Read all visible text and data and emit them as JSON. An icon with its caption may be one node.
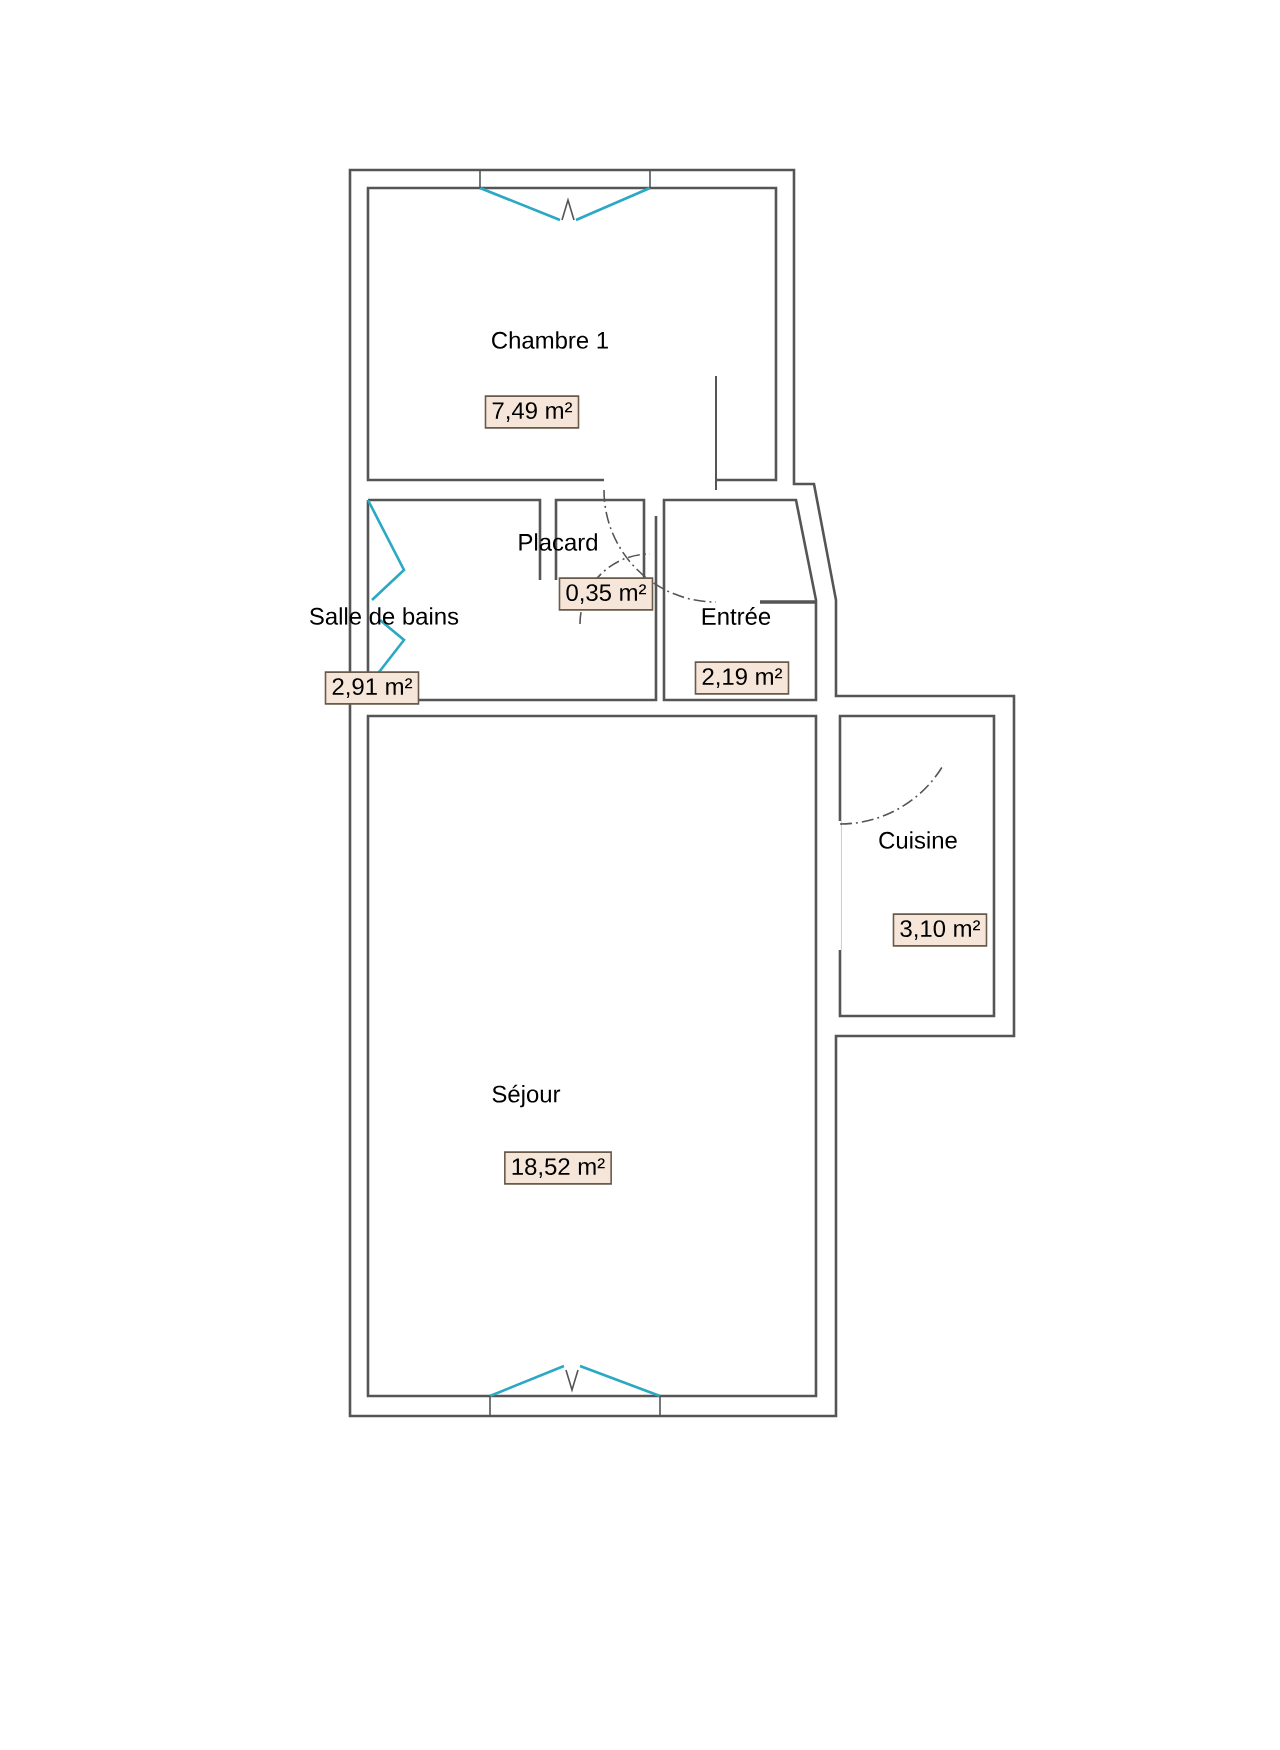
{
  "diagram": {
    "nodes": [
      {
        "text": [
          "7,49 m²"
        ],
        "beside": [
          "Chambre 1"
        ]
      },
      {
        "text": [
          "0,35 m²"
        ],
        "beside": [
          "Placard"
        ]
      },
      {
        "text": [
          "2,91 m²"
        ],
        "beside": [
          "Salle de bains"
        ]
      },
      {
        "text": [
          "2,19 m²"
        ],
        "beside": [
          "Entrée"
        ]
      },
      {
        "text": [
          "3,10 m²"
        ],
        "beside": [
          "Cuisine"
        ]
      },
      {
        "text": [
          "18,52 m²"
        ],
        "beside": [
          "Séjour"
        ]
      }
    ]
  }
}
